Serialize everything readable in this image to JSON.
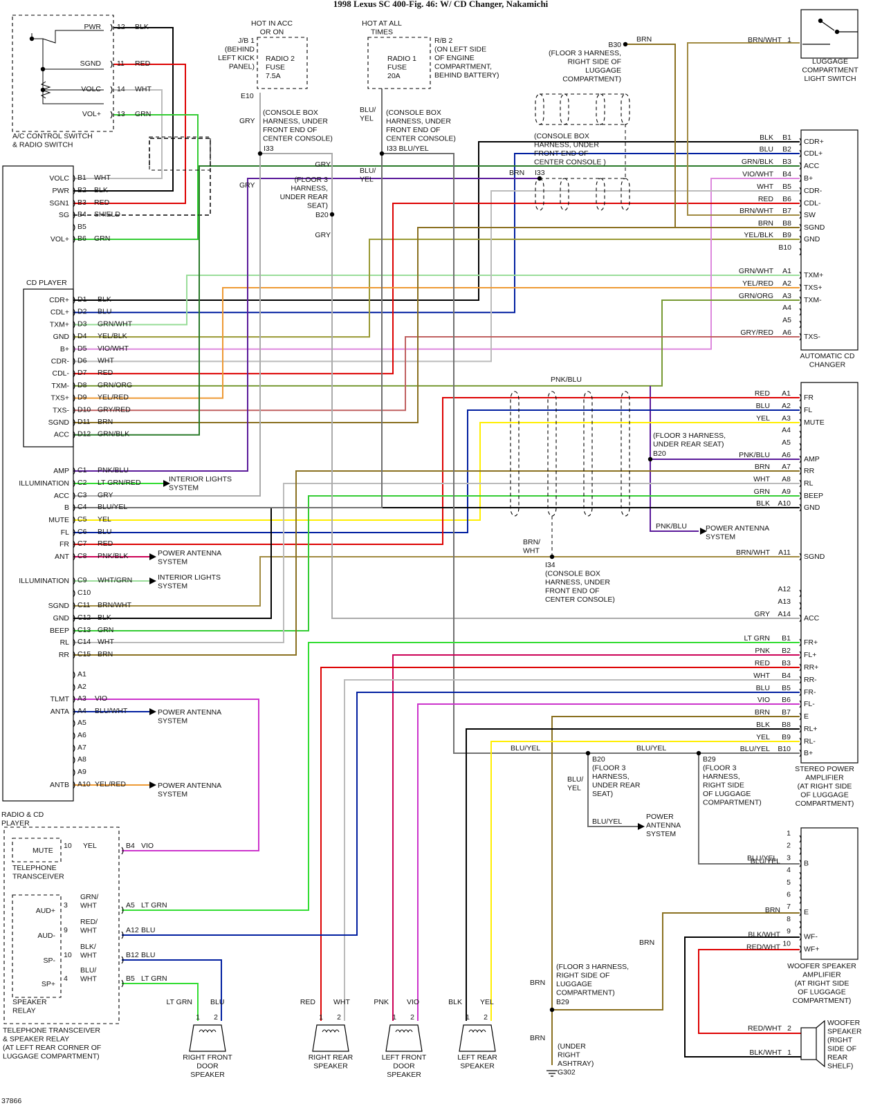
{
  "title": "1998 Lexus SC 400-Fig. 46: W/ CD Changer, Nakamichi",
  "figure_number": "37866",
  "colors": {
    "BLK": "#000000",
    "RED": "#dd0000",
    "WHT": "#bbbbbb",
    "GRN": "#33cc33",
    "BLU": "#001ea0",
    "YEL": "#ffee00",
    "BRN": "#8a7020",
    "VIO": "#cc33cc",
    "GRY": "#aaaaaa",
    "PNK": "#cc0055",
    "PNK_BLU": "#5a1a9a",
    "LT_GRN": "#33dd33",
    "BLU_YEL": "#707070",
    "GRN_BLK": "#2a7a2a",
    "GRN_WHT": "#99dd99",
    "YEL_BLK": "#999933",
    "GRY_RED": "#c06060",
    "GRN_ORG": "#779933",
    "YEL_RED": "#ee9933",
    "BRN_WHT": "#a08a40",
    "VIO_WHT": "#dd88dd"
  },
  "components": {
    "ac_switch": {
      "title": "A/C CONTROL SWITCH",
      "subtitle": "& RADIO SWITCH",
      "pins": [
        {
          "label": "PWR",
          "pin": "12",
          "wire": "BLK"
        },
        {
          "label": "SGND",
          "pin": "11",
          "wire": "RED"
        },
        {
          "label": "VOLC",
          "pin": "14",
          "wire": "WHT"
        },
        {
          "label": "VOL+",
          "pin": "13",
          "wire": "GRN"
        }
      ]
    },
    "jb1": {
      "hot": "HOT IN ACC",
      "hot2": "OR ON",
      "loc1": "J/B 1",
      "loc2": "(BEHIND",
      "loc3": "LEFT KICK",
      "loc4": "PANEL)",
      "fuse1": "RADIO 2",
      "fuse2": "FUSE",
      "fuse3": "7.5A",
      "conn": "E10"
    },
    "rb2": {
      "hot": "HOT AT ALL",
      "hot2": "TIMES",
      "loc1": "R/B 2",
      "loc2": "(ON LEFT SIDE",
      "loc3": "OF ENGINE",
      "loc4": "COMPARTMENT,",
      "loc5": "BEHIND BATTERY)",
      "fuse1": "RADIO 1",
      "fuse2": "FUSE",
      "fuse3": "20A"
    },
    "luggage_switch": {
      "l1": "LUGGAGE",
      "l2": "COMPARTMENT",
      "l3": "LIGHT SWITCH",
      "pin": "1",
      "wire": "BRN/WHT"
    },
    "radio": {
      "title1": "RADIO & CD",
      "title2": "PLAYER",
      "cd_label": "CD PLAYER",
      "b_pins": [
        {
          "label": "VOLC",
          "pin": "B1",
          "wire": "WHT"
        },
        {
          "label": "PWR",
          "pin": "B2",
          "wire": "BLK"
        },
        {
          "label": "SGN1",
          "pin": "B3",
          "wire": "RED"
        },
        {
          "label": "SG",
          "pin": "B4",
          "wire": "SHIELD"
        },
        {
          "label": "",
          "pin": "B5",
          "wire": ""
        },
        {
          "label": "VOL+",
          "pin": "B6",
          "wire": "GRN"
        }
      ],
      "d_pins": [
        {
          "label": "CDR+",
          "pin": "D1",
          "wire": "BLK"
        },
        {
          "label": "CDL+",
          "pin": "D2",
          "wire": "BLU"
        },
        {
          "label": "TXM+",
          "pin": "D3",
          "wire": "GRN/WHT"
        },
        {
          "label": "GND",
          "pin": "D4",
          "wire": "YEL/BLK"
        },
        {
          "label": "B+",
          "pin": "D5",
          "wire": "VIO/WHT"
        },
        {
          "label": "CDR-",
          "pin": "D6",
          "wire": "WHT"
        },
        {
          "label": "CDL-",
          "pin": "D7",
          "wire": "RED"
        },
        {
          "label": "TXM-",
          "pin": "D8",
          "wire": "GRN/ORG"
        },
        {
          "label": "TXS+",
          "pin": "D9",
          "wire": "YEL/RED"
        },
        {
          "label": "TXS-",
          "pin": "D10",
          "wire": "GRY/RED"
        },
        {
          "label": "SGND",
          "pin": "D11",
          "wire": "BRN"
        },
        {
          "label": "ACC",
          "pin": "D12",
          "wire": "GRN/BLK"
        }
      ],
      "c_pins": [
        {
          "label": "AMP",
          "pin": "C1",
          "wire": "PNK/BLU"
        },
        {
          "label": "ILLUMINATION",
          "pin": "C2",
          "wire": "LT GRN/RED"
        },
        {
          "label": "ACC",
          "pin": "C3",
          "wire": "GRY"
        },
        {
          "label": "B",
          "pin": "C4",
          "wire": "BLU/YEL"
        },
        {
          "label": "MUTE",
          "pin": "C5",
          "wire": "YEL"
        },
        {
          "label": "FL",
          "pin": "C6",
          "wire": "BLU"
        },
        {
          "label": "FR",
          "pin": "C7",
          "wire": "RED"
        },
        {
          "label": "ANT",
          "pin": "C8",
          "wire": "PNK/BLK"
        },
        {
          "label": "ILLUMINATION",
          "pin": "C9",
          "wire": "WHT/GRN"
        },
        {
          "label": "",
          "pin": "C10",
          "wire": ""
        },
        {
          "label": "SGND",
          "pin": "C11",
          "wire": "BRN/WHT"
        },
        {
          "label": "GND",
          "pin": "C12",
          "wire": "BLK"
        },
        {
          "label": "BEEP",
          "pin": "C13",
          "wire": "GRN"
        },
        {
          "label": "RL",
          "pin": "C14",
          "wire": "WHT"
        },
        {
          "label": "RR",
          "pin": "C15",
          "wire": "BRN"
        }
      ],
      "a_pins": [
        {
          "label": "",
          "pin": "A1",
          "wire": ""
        },
        {
          "label": "",
          "pin": "A2",
          "wire": ""
        },
        {
          "label": "TLMT",
          "pin": "A3",
          "wire": "VIO"
        },
        {
          "label": "ANTA",
          "pin": "A4",
          "wire": "BLU/WHT"
        },
        {
          "label": "",
          "pin": "A5",
          "wire": ""
        },
        {
          "label": "",
          "pin": "A6",
          "wire": ""
        },
        {
          "label": "",
          "pin": "A7",
          "wire": ""
        },
        {
          "label": "",
          "pin": "A8",
          "wire": ""
        },
        {
          "label": "",
          "pin": "A9",
          "wire": ""
        },
        {
          "label": "ANTB",
          "pin": "A10",
          "wire": "YEL/RED"
        }
      ]
    },
    "cd_changer": {
      "title1": "AUTOMATIC CD",
      "title2": "CHANGER",
      "b_pins": [
        {
          "label": "CDR+",
          "pin": "B1",
          "wire": "BLK"
        },
        {
          "label": "CDL+",
          "pin": "B2",
          "wire": "BLU"
        },
        {
          "label": "ACC",
          "pin": "B3",
          "wire": "GRN/BLK"
        },
        {
          "label": "B+",
          "pin": "B4",
          "wire": "VIO/WHT"
        },
        {
          "label": "CDR-",
          "pin": "B5",
          "wire": "WHT"
        },
        {
          "label": "CDL-",
          "pin": "B6",
          "wire": "RED"
        },
        {
          "label": "SW",
          "pin": "B7",
          "wire": "BRN/WHT"
        },
        {
          "label": "SGND",
          "pin": "B8",
          "wire": "BRN"
        },
        {
          "label": "GND",
          "pin": "B9",
          "wire": "YEL/BLK"
        },
        {
          "label": "",
          "pin": "B10",
          "wire": ""
        }
      ],
      "a_pins": [
        {
          "label": "TXM+",
          "pin": "A1",
          "wire": "GRN/WHT"
        },
        {
          "label": "TXS+",
          "pin": "A2",
          "wire": "YEL/RED"
        },
        {
          "label": "TXM-",
          "pin": "A3",
          "wire": "GRN/ORG"
        },
        {
          "label": "",
          "pin": "A4",
          "wire": ""
        },
        {
          "label": "",
          "pin": "A5",
          "wire": ""
        },
        {
          "label": "TXS-",
          "pin": "A6",
          "wire": "GRY/RED"
        }
      ]
    },
    "amplifier": {
      "title1": "STEREO POWER",
      "title2": "AMPLIFIER",
      "title3": "(AT RIGHT SIDE",
      "title4": "OF LUGGAGE",
      "title5": "COMPARTMENT)",
      "a_pins": [
        {
          "label": "FR",
          "pin": "A1",
          "wire": "RED"
        },
        {
          "label": "FL",
          "pin": "A2",
          "wire": "BLU"
        },
        {
          "label": "MUTE",
          "pin": "A3",
          "wire": "YEL"
        },
        {
          "label": "",
          "pin": "A4",
          "wire": ""
        },
        {
          "label": "",
          "pin": "A5",
          "wire": ""
        },
        {
          "label": "AMP",
          "pin": "A6",
          "wire": "PNK/BLU"
        },
        {
          "label": "RR",
          "pin": "A7",
          "wire": "BRN"
        },
        {
          "label": "RL",
          "pin": "A8",
          "wire": "WHT"
        },
        {
          "label": "BEEP",
          "pin": "A9",
          "wire": "GRN"
        },
        {
          "label": "GND",
          "pin": "A10",
          "wire": "BLK"
        },
        {
          "label": "SGND",
          "pin": "A11",
          "wire": "BRN/WHT"
        },
        {
          "label": "",
          "pin": "A12",
          "wire": ""
        },
        {
          "label": "",
          "pin": "A13",
          "wire": ""
        },
        {
          "label": "ACC",
          "pin": "A14",
          "wire": "GRY"
        }
      ],
      "b_pins": [
        {
          "label": "FR+",
          "pin": "B1",
          "wire": "LT GRN"
        },
        {
          "label": "FL+",
          "pin": "B2",
          "wire": "PNK"
        },
        {
          "label": "RR+",
          "pin": "B3",
          "wire": "RED"
        },
        {
          "label": "RR-",
          "pin": "B4",
          "wire": "WHT"
        },
        {
          "label": "FR-",
          "pin": "B5",
          "wire": "BLU"
        },
        {
          "label": "FL-",
          "pin": "B6",
          "wire": "VIO"
        },
        {
          "label": "E",
          "pin": "B7",
          "wire": "BRN"
        },
        {
          "label": "RL+",
          "pin": "B8",
          "wire": "BLK"
        },
        {
          "label": "RL-",
          "pin": "B9",
          "wire": "YEL"
        },
        {
          "label": "B+",
          "pin": "B10",
          "wire": "BLU/YEL"
        }
      ]
    },
    "woofer_amp": {
      "title1": "WOOFER SPEAKER",
      "title2": "AMPLIFIER",
      "title3": "(AT RIGHT SIDE",
      "title4": "OF LUGGAGE",
      "title5": "COMPARTMENT)",
      "pins": [
        {
          "label": "",
          "pin": "1",
          "wire": ""
        },
        {
          "label": "",
          "pin": "2",
          "wire": ""
        },
        {
          "label": "B",
          "pin": "3",
          "wire": "BLU/YEL"
        },
        {
          "label": "",
          "pin": "4",
          "wire": ""
        },
        {
          "label": "",
          "pin": "5",
          "wire": ""
        },
        {
          "label": "",
          "pin": "6",
          "wire": ""
        },
        {
          "label": "E",
          "pin": "7",
          "wire": "BRN"
        },
        {
          "label": "",
          "pin": "8",
          "wire": ""
        },
        {
          "label": "WF-",
          "pin": "9",
          "wire": "BLK/WHT"
        },
        {
          "label": "WF+",
          "pin": "10",
          "wire": "RED/WHT"
        }
      ]
    },
    "woofer": {
      "l1": "WOOFER",
      "l2": "SPEAKER",
      "l3": "(RIGHT",
      "l4": "SIDE OF",
      "l5": "REAR",
      "l6": "SHELF)",
      "p2wire": "RED/WHT",
      "p1wire": "BLK/WHT",
      "p2": "2",
      "p1": "1"
    },
    "phone": {
      "l1": "TELEPHONE",
      "l2": "TRANSCEIVER",
      "mute": "MUTE",
      "pin": "10",
      "wire": "YEL",
      "conn": "B4",
      "conn_wire": "VIO"
    },
    "relay": {
      "l1": "SPEAKER",
      "l2": "RELAY",
      "outer1": "TELEPHONE TRANSCEIVER",
      "outer2": "& SPEAKER RELAY",
      "outer3": "(AT LEFT REAR CORNER OF",
      "outer4": "LUGGAGE COMPARTMENT)",
      "pins": [
        {
          "label": "AUD+",
          "pin": "3",
          "w1": "GRN/",
          "w2": "WHT",
          "conn": "A5",
          "conn_wire": "LT GRN"
        },
        {
          "label": "AUD-",
          "pin": "9",
          "w1": "RED/",
          "w2": "WHT",
          "conn": "A12",
          "conn_wire": "BLU"
        },
        {
          "label": "SP-",
          "pin": "10",
          "w1": "BLK/",
          "w2": "WHT",
          "conn": "B12",
          "conn_wire": "BLU"
        },
        {
          "label": "SP+",
          "pin": "4",
          "w1": "BLU/",
          "w2": "WHT",
          "conn": "B5",
          "conn_wire": "LT GRN"
        }
      ]
    },
    "speakers": [
      {
        "name1": "RIGHT FRONT",
        "name2": "DOOR",
        "name3": "SPEAKER",
        "w1": "LT GRN",
        "w2": "BLU"
      },
      {
        "name1": "RIGHT REAR",
        "name2": "SPEAKER",
        "name3": "",
        "w1": "RED",
        "w2": "WHT"
      },
      {
        "name1": "LEFT FRONT",
        "name2": "DOOR",
        "name3": "SPEAKER",
        "w1": "PNK",
        "w2": "VIO"
      },
      {
        "name1": "LEFT REAR",
        "name2": "SPEAKER",
        "name3": "",
        "w1": "BLK",
        "w2": "YEL"
      }
    ]
  },
  "notes": {
    "console_box": [
      "(CONSOLE BOX",
      "HARNESS, UNDER",
      "FRONT END OF",
      "CENTER CONSOLE)"
    ],
    "console_box_b": [
      "(CONSOLE BOX",
      "HARNESS, UNDER",
      "FRONT END OF",
      "CENTER CONSOLE )"
    ],
    "floor3_rear": [
      "(FLOOR 3",
      "HARNESS,",
      "UNDER REAR",
      "SEAT)"
    ],
    "floor3_right": [
      "(FLOOR 3 HARNESS,",
      "RIGHT SIDE OF",
      "LUGGAGE",
      "COMPARTMENT)"
    ],
    "floor3_rear_seat": [
      "(FLOOR 3 HARNESS,",
      "UNDER REAR SEAT)"
    ],
    "i34": [
      "I34",
      "(CONSOLE BOX",
      "HARNESS, UNDER",
      "FRONT END OF",
      "CENTER CONSOLE)"
    ],
    "b20b": [
      "B20",
      "(FLOOR 3",
      "HARNESS,",
      "UNDER REAR",
      "SEAT)"
    ],
    "b29a": [
      "B29",
      "(FLOOR 3",
      "HARNESS,",
      "RIGHT SIDE",
      "OF LUGGAGE",
      "COMPARTMENT)"
    ],
    "b29b": [
      "(FLOOR 3 HARNESS,",
      "RIGHT SIDE OF",
      "LUGGAGE",
      "COMPARTMENT)"
    ],
    "ground": [
      "(UNDER",
      "RIGHT",
      "ASHTRAY)",
      "G302"
    ],
    "power_antenna": [
      "POWER ANTENNA",
      "SYSTEM"
    ],
    "power_antenna_b": [
      "POWER",
      "ANTENNA",
      "SYSTEM"
    ],
    "interior_lights": [
      "INTERIOR LIGHTS",
      "SYSTEM"
    ]
  },
  "misc": {
    "gry": "GRY",
    "blu_yel": "BLU/",
    "yel": "YEL",
    "i33": "I33",
    "b30": "B30",
    "brn": "BRN",
    "b20": "B20",
    "b29": "B29",
    "pnk_blu": "PNK/BLU",
    "blu_yel_full": "BLU/YEL",
    "brn_wht1": "BRN/",
    "wht": "WHT",
    "i33b": "I33 BLU/YEL"
  }
}
